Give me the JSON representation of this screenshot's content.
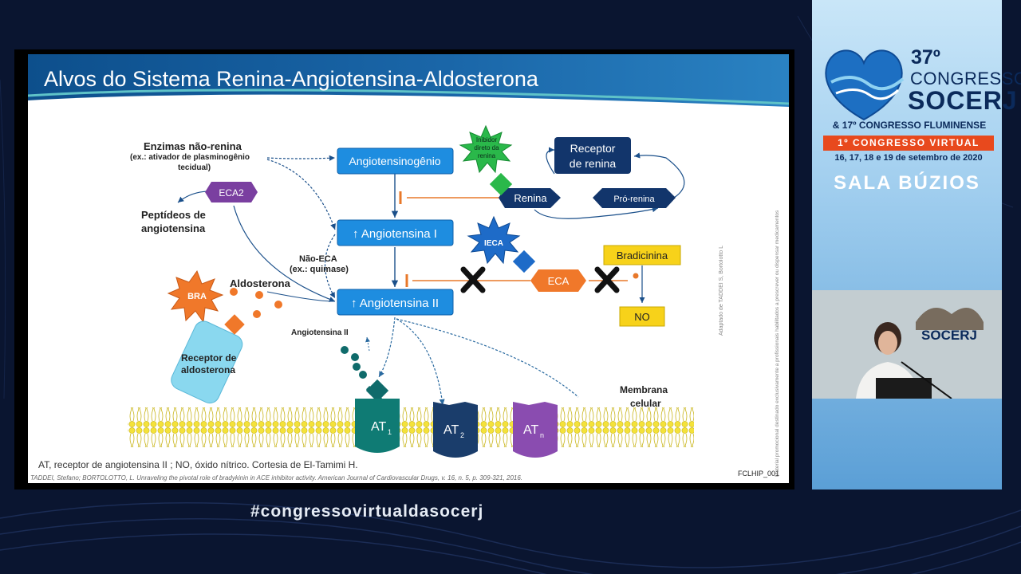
{
  "slide": {
    "title": "Alvos do Sistema Renina-Angiotensina-Aldosterona",
    "labels": {
      "enzymes_title": "Enzimas não-renina",
      "enzymes_sub1": "(ex.: ativador de plasminogênio",
      "enzymes_sub2": "tecidual)",
      "peptides1": "Peptídeos de",
      "peptides2": "angiotensina",
      "non_eca1": "Não-ECA",
      "non_eca2": "(ex.: quimase)",
      "aldosterone": "Aldosterona",
      "receptor_aldo1": "Receptor de",
      "receptor_aldo2": "aldosterona",
      "angiotensin_ii_small": "Angiotensina II",
      "membrane1": "Membrana",
      "membrane2": "celular"
    },
    "nodes": {
      "angiotensinogen": "Angiotensinogênio",
      "angiotensin_i": "↑ Angiotensina I",
      "angiotensin_ii": "↑ Angiotensina II",
      "receptor_renin1": "Receptor",
      "receptor_renin2": "de renina",
      "renin": "Renina",
      "prorenin": "Pró-renina",
      "eca2": "ECA2",
      "eca": "ECA",
      "bradykinin": "Bradicinina",
      "no": "NO",
      "inhibitor1": "Inibidor",
      "inhibitor2": "direto da",
      "inhibitor3": "renina",
      "ieca": "IECA",
      "bra": "BRA",
      "at1": "AT",
      "at1_sub": "1",
      "at2": "AT",
      "at2_sub": "2",
      "atn": "AT",
      "atn_sub": "n"
    },
    "footnote": "AT, receptor de angiotensina II ; NO, óxido nítrico. Cortesia de El-Tamimi H.",
    "citation": "TADDEI, Stefano; BORTOLOTTO, L. Unraveling the pivotal role of bradykinin in ACE inhibitor activity. American Journal of Cardiovascular Drugs, v. 16, n. 5, p. 309-321, 2016.",
    "code": "FCLHIP_001",
    "side_note": "Material promocional destinado exclusivamente a profissionais habilitados a prescrever ou dispensar medicamentos",
    "adapt_note": "Adaptado de TADDEI S, Bortolotto L"
  },
  "panel": {
    "ordinal": "37º",
    "name": "CONGRESSO",
    "brand": "SOCERJ",
    "sub": "& 17º CONGRESSO FLUMINENSE",
    "virtual": "1º CONGRESSO VIRTUAL",
    "dates": "16, 17, 18 e 19 de setembro de 2020",
    "room": "SALA BÚZIOS",
    "video_logo": "SOCERJ"
  },
  "hashtag": "#congressovirtualdasocerj",
  "colors": {
    "background": "#0a1530",
    "slide_header": "#0d4f8c",
    "node_blue": "#1e8de0",
    "node_navy": "#12356b",
    "eca2_purple": "#7a3fa0",
    "eca_orange": "#f0782a",
    "bradykinin_yellow": "#f7d21a",
    "at1_teal": "#0f6b6b",
    "at2_navy": "#1a3d6b",
    "atn_purple": "#8a4cb0",
    "virtual_badge": "#e8491d"
  }
}
